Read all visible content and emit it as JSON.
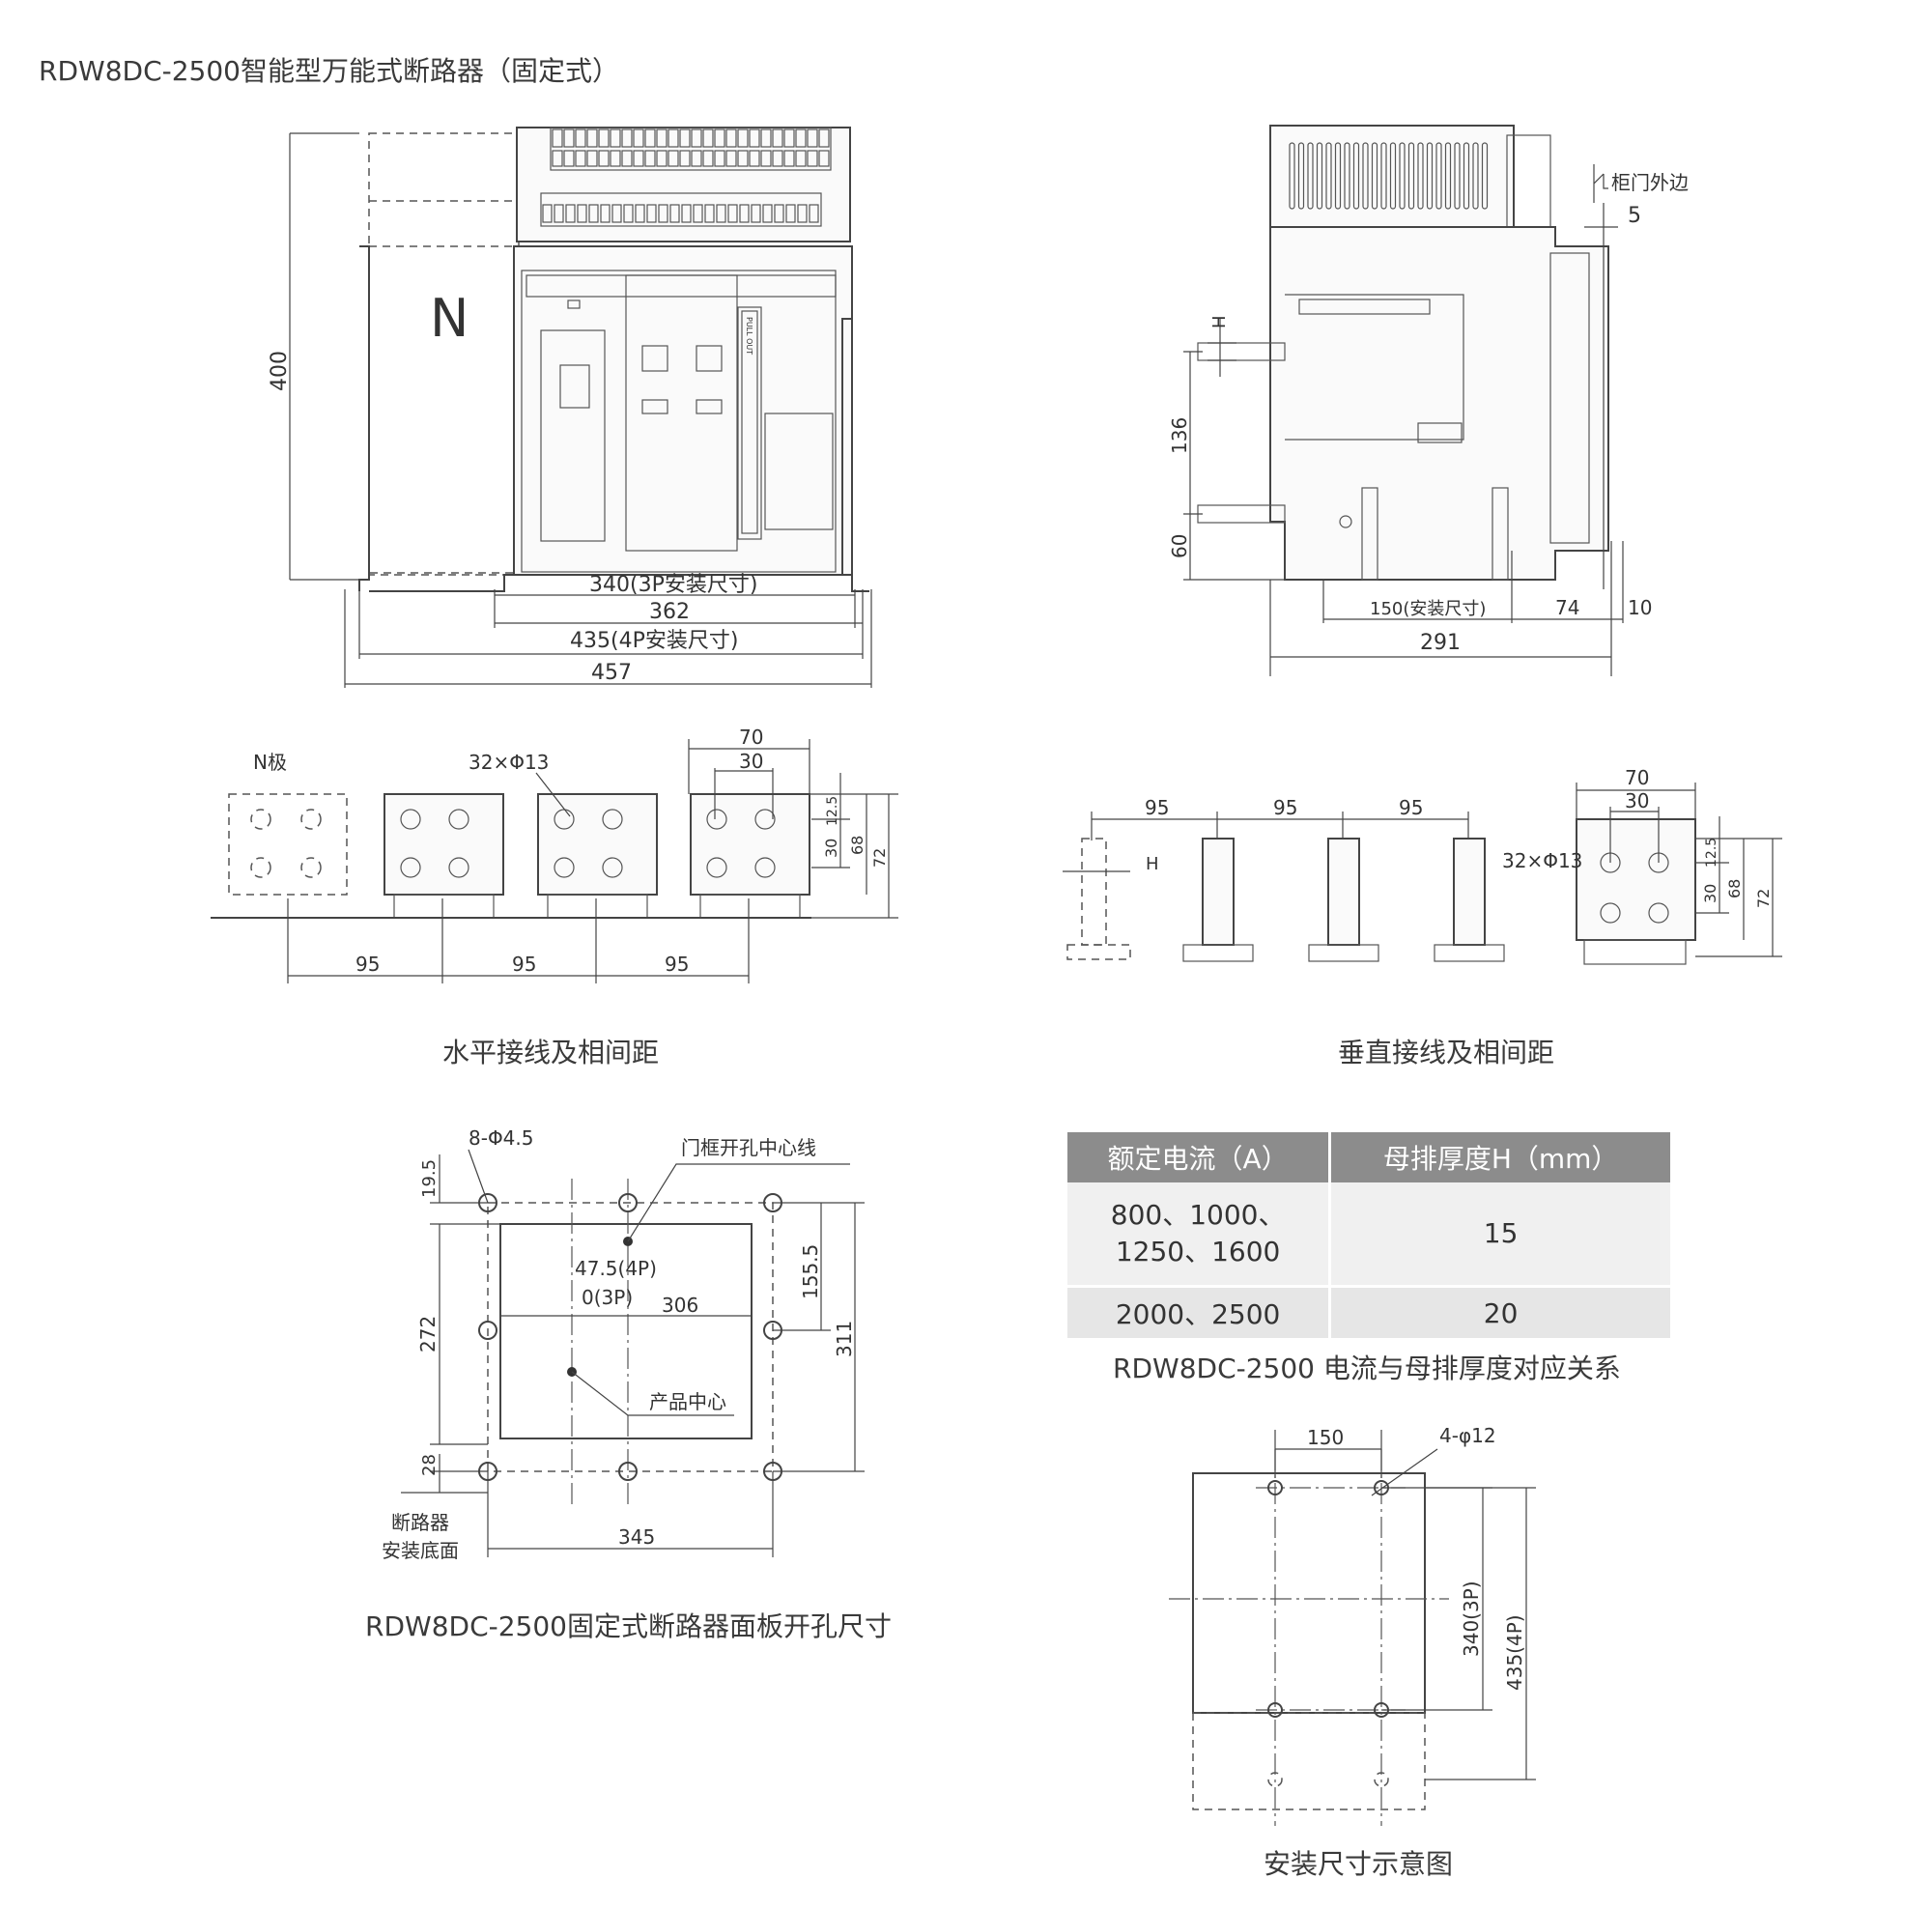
{
  "header": {
    "title": "RDW8DC-2500智能型万能式断路器（固定式）"
  },
  "front_view": {
    "height_dim": "400",
    "pole_label": "N",
    "pull_out": "PULL OUT",
    "dims": [
      "340(3P安装尺寸)",
      "362",
      "435(4P安装尺寸)",
      "457"
    ]
  },
  "side_view": {
    "door_edge_label": "柜门外边",
    "door_offset": "5",
    "H_label": "H",
    "dims_v": [
      "136",
      "60"
    ],
    "dims_h": [
      "150(安装尺寸)",
      "74",
      "10",
      "291"
    ]
  },
  "horizontal_wiring": {
    "caption": "水平接线及相间距",
    "n_pole": "N极",
    "hole_label": "32×Φ13",
    "dims": [
      "70",
      "30",
      "12.5",
      "30",
      "68",
      "72",
      "95",
      "95",
      "95"
    ]
  },
  "vertical_wiring": {
    "caption": "垂直接线及相间距",
    "hole_label": "32×Φ13",
    "H_label": "H",
    "spacings": [
      "95",
      "95",
      "95"
    ],
    "dims": [
      "70",
      "30",
      "12.5",
      "30",
      "68",
      "72"
    ]
  },
  "panel_cutout": {
    "caption": "RDW8DC-2500固定式断路器面板开孔尺寸",
    "holes_label": "8-Φ4.5",
    "door_center_label": "门框开孔中心线",
    "product_center_label": "产品中心",
    "base_label_1": "断路器",
    "base_label_2": "安装底面",
    "dims": [
      "19.5",
      "47.5(4P)",
      "0(3P)",
      "306",
      "155.5",
      "311",
      "272",
      "28",
      "345"
    ]
  },
  "bus_table": {
    "caption": "RDW8DC-2500 电流与母排厚度对应关系",
    "headers": [
      "额定电流（A）",
      "母排厚度H（mm）"
    ],
    "rows": [
      {
        "current_line1": "800、1000、",
        "current_line2": "1250、1600",
        "thickness": "15"
      },
      {
        "current": "2000、2500",
        "thickness": "20"
      }
    ]
  },
  "mounting": {
    "caption": "安装尺寸示意图",
    "holes_label": "4-φ12",
    "dims": [
      "150",
      "340(3P)",
      "435(4P)"
    ]
  }
}
